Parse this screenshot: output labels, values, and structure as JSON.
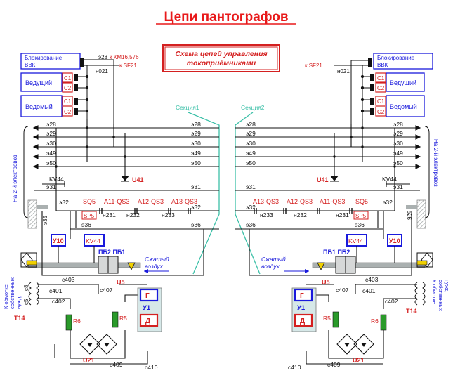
{
  "title": "Цепи пантографов",
  "scheme_title_line1": "Схема цепей управления",
  "scheme_title_line2": "токоприёмниками",
  "sections": {
    "left": "Секция1",
    "right": "Секция2"
  },
  "left": {
    "blocking": [
      "Блокирование",
      "ВВК"
    ],
    "leading": "Ведущий",
    "driven": "Ведомый",
    "c_labels": [
      "С1",
      "С2",
      "С1",
      "С2"
    ],
    "ref_km": "к КМ16,576",
    "ref_sf": "к SF21",
    "wire_x28_top": "э28",
    "wire_n021": "н021",
    "side_label": "На 2-й электровоз"
  },
  "right": {
    "blocking": [
      "Блокирование",
      "ВВК"
    ],
    "leading": "Ведущий",
    "driven": "Ведомый",
    "c_labels": [
      "С1",
      "С2",
      "С1",
      "С2"
    ],
    "ref_sf": "к SF21",
    "wire_n021": "н021",
    "side_label": "На 2-й электровоз"
  },
  "bus_labels": [
    "э28",
    "э29",
    "э30",
    "э49",
    "э50"
  ],
  "u41": "U41",
  "kv44": "KV44",
  "e31": "э31",
  "e32": "э32",
  "e36": "э36",
  "e35": "э35",
  "e26": "э26",
  "sq5": "SQ5",
  "sp5": "SP5",
  "left_chain": {
    "qs": [
      "А11-QS3",
      "А12-QS3",
      "А13-QS3"
    ],
    "h": [
      "н231",
      "н232",
      "н233"
    ]
  },
  "right_chain": {
    "qs": [
      "А13-QS3",
      "А12-QS3",
      "А11-QS3"
    ],
    "h": [
      "н233",
      "н232",
      "н231"
    ]
  },
  "u10": "У10",
  "kv44_box": "KV44",
  "pb": "ПБ2 ПБ1",
  "pb_right": "ПБ1 ПБ2",
  "air": [
    "Сжатый",
    "воздух"
  ],
  "c403": "с403",
  "c401": "с401",
  "c402": "с402",
  "c407": "с407",
  "c409": "с409",
  "c410": "с410",
  "c410_right": "с410",
  "u5": "U5",
  "u1": "У1",
  "g": "Г",
  "d": "Д",
  "r5": "R5",
  "r6": "R6",
  "u21": "U21",
  "t14": "Т14",
  "c8": "с8",
  "c5": "с5",
  "aux": [
    "К обмотке",
    "собственных",
    "нужд"
  ],
  "colors": {
    "title": "#e8191a",
    "blue": "#1a1adc",
    "red": "#d42020",
    "green": "#2a9a2a",
    "teal": "#3cc0a8",
    "black": "#111111"
  }
}
